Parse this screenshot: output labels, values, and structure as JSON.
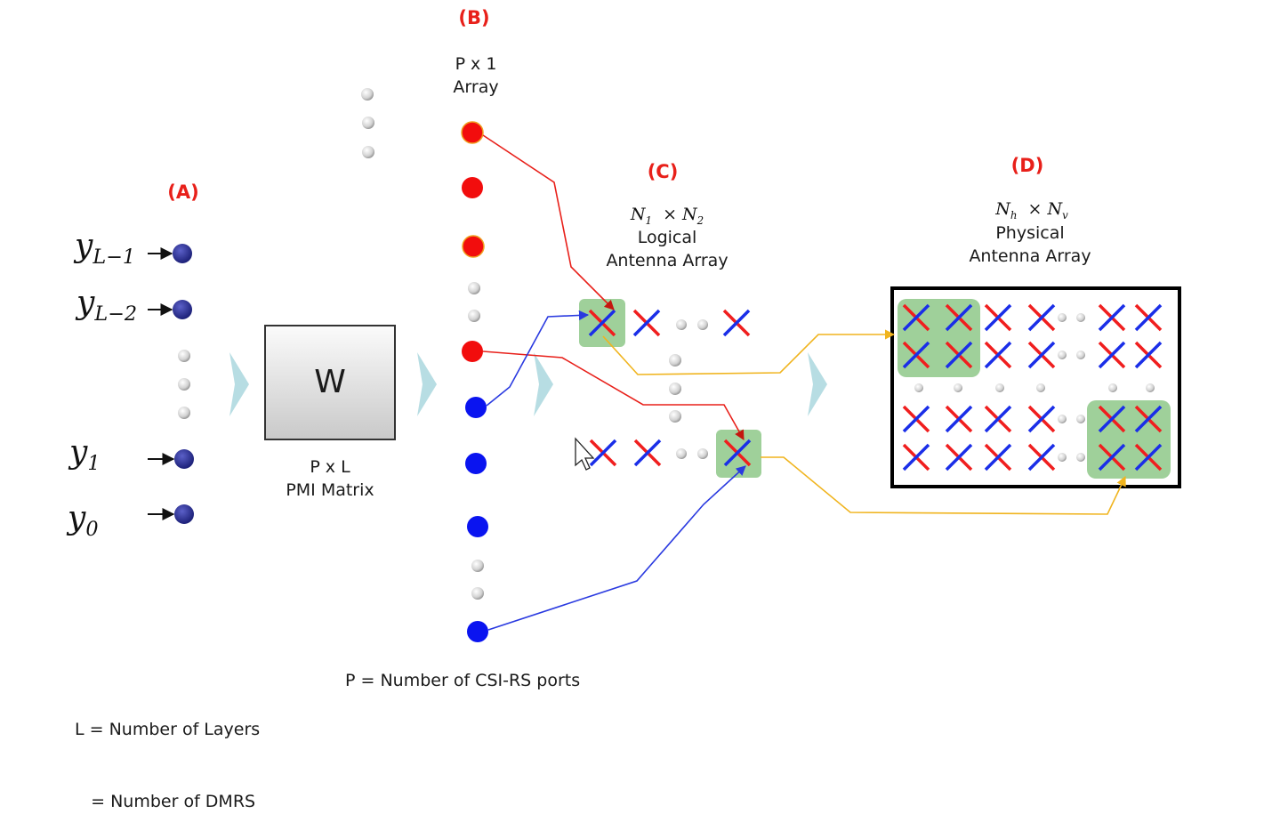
{
  "sections": {
    "a": "(A)",
    "b": "(B)",
    "c": "(C)",
    "d": "(D)"
  },
  "inputs": [
    {
      "base": "y",
      "sub": "L−1"
    },
    {
      "base": "y",
      "sub": "L−2"
    },
    {
      "base": "y",
      "sub": "1"
    },
    {
      "base": "y",
      "sub": "0"
    }
  ],
  "pmi": {
    "symbol": "W",
    "caption_line1": "P x L",
    "caption_line2": "PMI Matrix"
  },
  "port_array": {
    "caption_line1": "P x 1",
    "caption_line2": "Array"
  },
  "logical_array": {
    "dim_a": "N",
    "dim_a_sub": "1",
    "dim_b": "N",
    "dim_b_sub": "2",
    "times": "×",
    "caption_line1": "Logical",
    "caption_line2": "Antenna Array"
  },
  "physical_array": {
    "dim_a": "N",
    "dim_a_sub": "h",
    "dim_b": "N",
    "dim_b_sub": "v",
    "times": "×",
    "caption_line1": "Physical",
    "caption_line2": "Antenna Array"
  },
  "legend": {
    "layers": "L = Number of Layers",
    "dmrs": "   = Number of DMRS",
    "ports": "P = Number of CSI-RS ports"
  },
  "colors": {
    "port_red": "#f20d0d",
    "port_blue": "#0a14f0",
    "input_node": "#2a2f8f",
    "link_red": "#e8201a",
    "link_blue": "#2a3ae0",
    "link_yellow": "#f0b41e",
    "highlight": "#9fd09a",
    "flow_arrow": "#b7dde3"
  },
  "icons": [
    "cross-polarized-antenna-icon",
    "ellipsis-dots-icon",
    "flow-arrow-icon",
    "mouse-cursor-icon"
  ]
}
